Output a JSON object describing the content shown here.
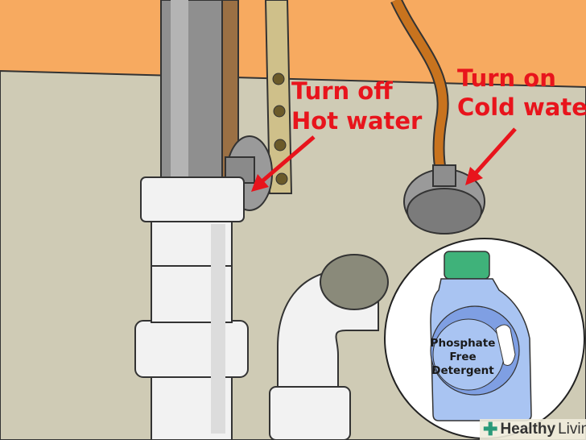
{
  "labels": {
    "hot_line1": "Turn off",
    "hot_line2": "Hot water",
    "cold_line1": "Turn on",
    "cold_line2": "Cold water"
  },
  "bottle": {
    "line1": "Phosphate",
    "line2": "Free",
    "line3": "Detergent"
  },
  "watermark": {
    "bold": "Healthy",
    "rest": "Living"
  },
  "colors": {
    "label": "#e8141c",
    "wall": "#cfcbb5",
    "background": "#f7aa60",
    "bottle": "#a9c4f2",
    "cap": "#3fb27a"
  }
}
